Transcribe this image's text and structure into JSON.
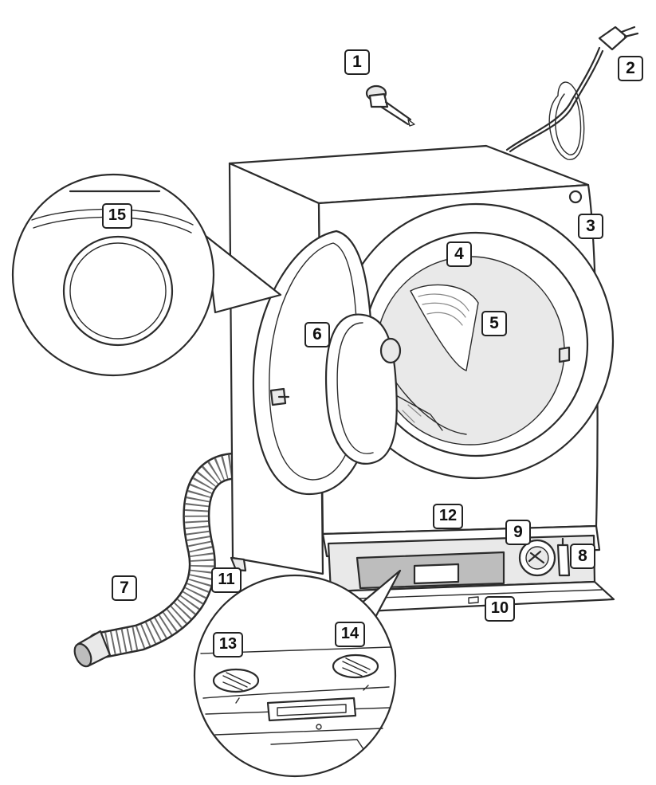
{
  "callouts": {
    "c1": "1",
    "c2": "2",
    "c3": "3",
    "c4": "4",
    "c5": "5",
    "c6": "6",
    "c7": "7",
    "c8": "8",
    "c9": "9",
    "c10": "10",
    "c11": "11",
    "c12": "12",
    "c13": "13",
    "c14": "14",
    "c15": "15"
  },
  "colors": {
    "line": "#2b2b2b",
    "fill_light": "#e9e9e9",
    "fill_mid": "#bdbdbd"
  }
}
